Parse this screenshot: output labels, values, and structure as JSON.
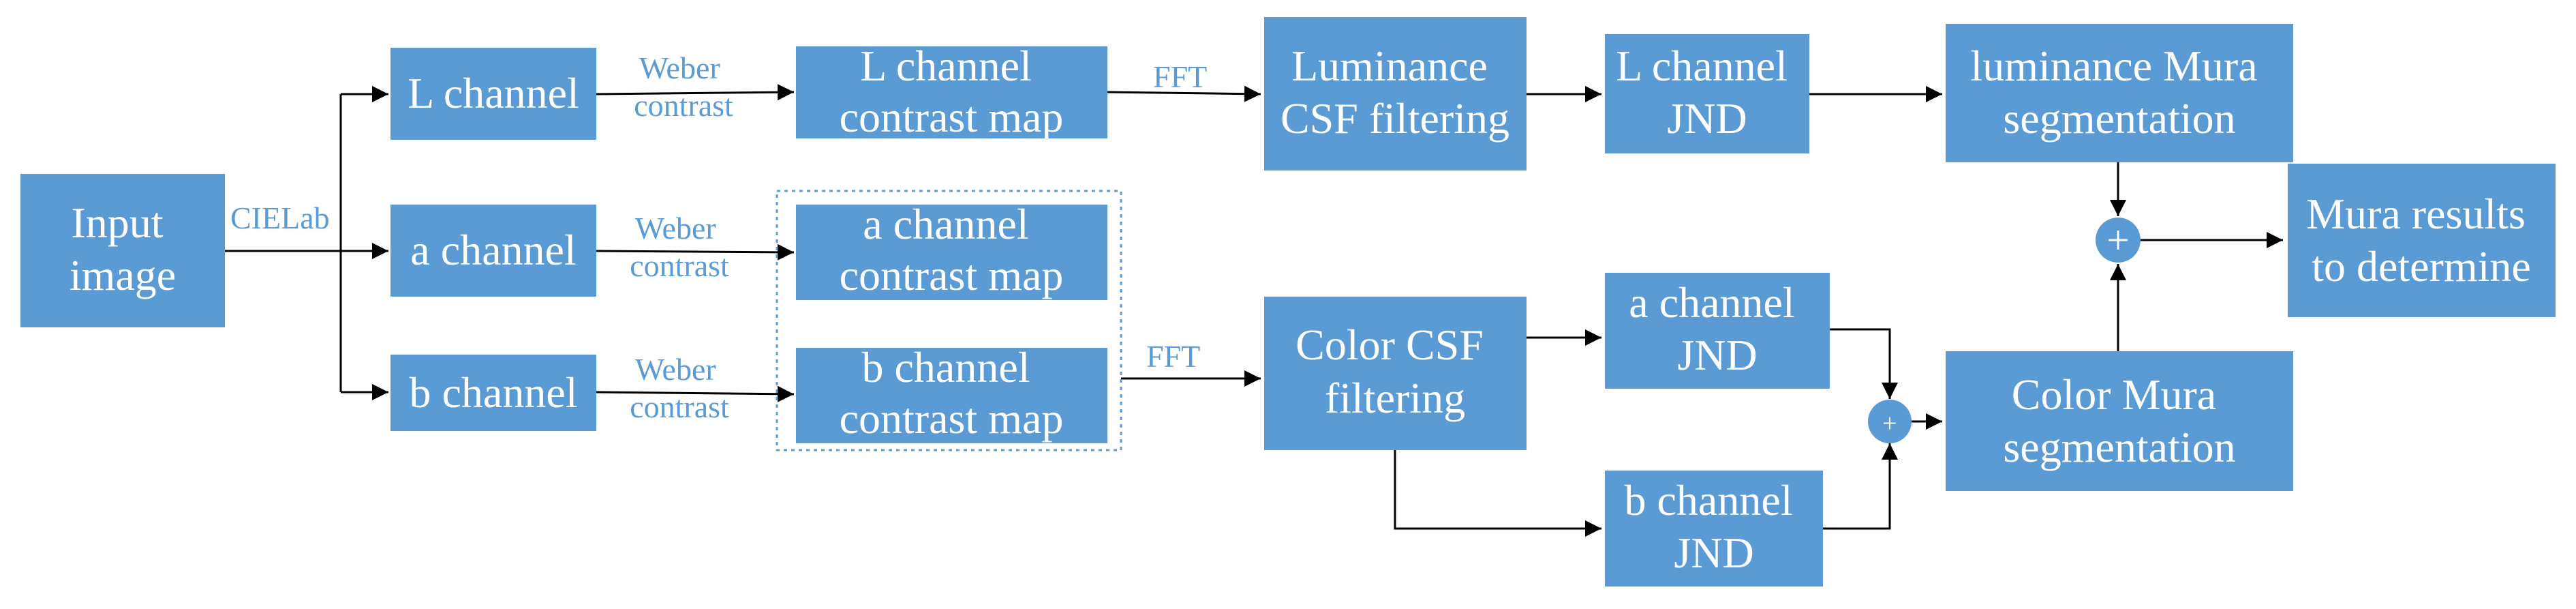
{
  "colors": {
    "box": "#5b9bd5",
    "box_text": "#ffffff",
    "edge_label": "#5b9bd5",
    "arrow": "#000000"
  },
  "nodes": {
    "input_image": [
      "Input",
      "image"
    ],
    "l_channel": [
      "L channel"
    ],
    "a_channel": [
      "a channel"
    ],
    "b_channel": [
      "b channel"
    ],
    "l_contrast_map": [
      "L channel",
      "contrast map"
    ],
    "a_contrast_map": [
      "a channel",
      "contrast map"
    ],
    "b_contrast_map": [
      "b channel",
      "contrast map"
    ],
    "luminance_csf": [
      "Luminance",
      "CSF filtering"
    ],
    "color_csf": [
      "Color CSF",
      "filtering"
    ],
    "l_jnd": [
      "L channel",
      "JND"
    ],
    "a_jnd": [
      "a channel",
      "JND"
    ],
    "b_jnd": [
      "b channel",
      "JND"
    ],
    "luminance_mura": [
      "luminance Mura",
      "segmentation"
    ],
    "color_mura": [
      "Color Mura",
      "segmentation"
    ],
    "mura_results": [
      "Mura results",
      "to determine"
    ]
  },
  "edge_labels": {
    "cielab": "CIELab",
    "weber_l": [
      "Weber",
      "contrast"
    ],
    "weber_a": [
      "Weber",
      "contrast"
    ],
    "weber_b": [
      "Weber",
      "contrast"
    ],
    "fft_top": "FFT",
    "fft_bottom": "FFT"
  },
  "operators": {
    "sum_large": "+",
    "sum_small": "+"
  }
}
